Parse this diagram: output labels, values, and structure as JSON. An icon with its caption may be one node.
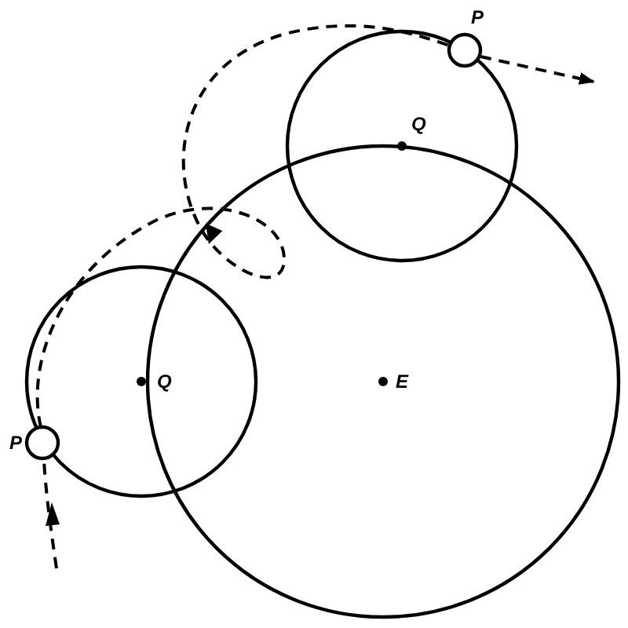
{
  "diagram": {
    "labels": [
      "P",
      "Q",
      "E",
      "Q",
      "P"
    ]
  }
}
